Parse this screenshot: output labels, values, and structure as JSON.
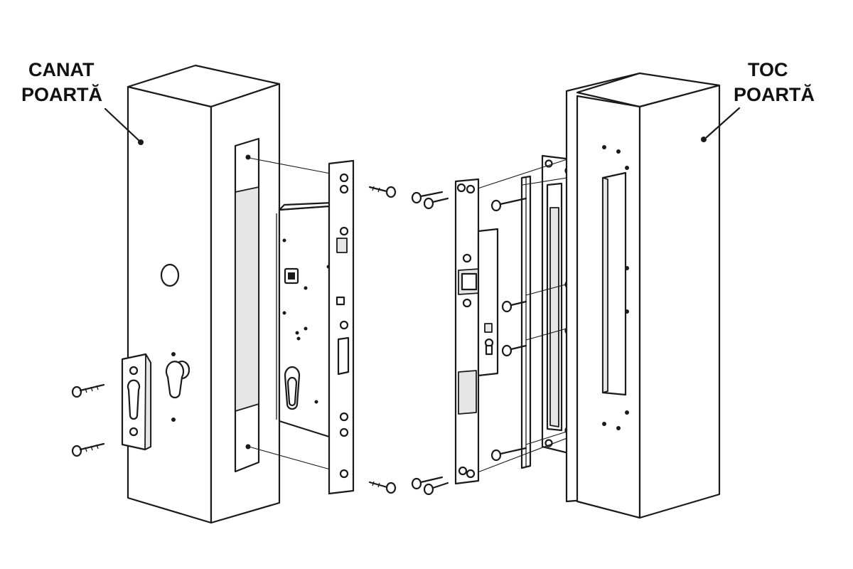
{
  "labels": {
    "left": {
      "line1": "CANAT",
      "line2": "POARTĂ"
    },
    "right": {
      "line1": "TOC",
      "line2": "POARTĂ"
    }
  },
  "colors": {
    "line": "#1a1a1a",
    "background": "#ffffff",
    "shade": "#e6e6e6"
  }
}
